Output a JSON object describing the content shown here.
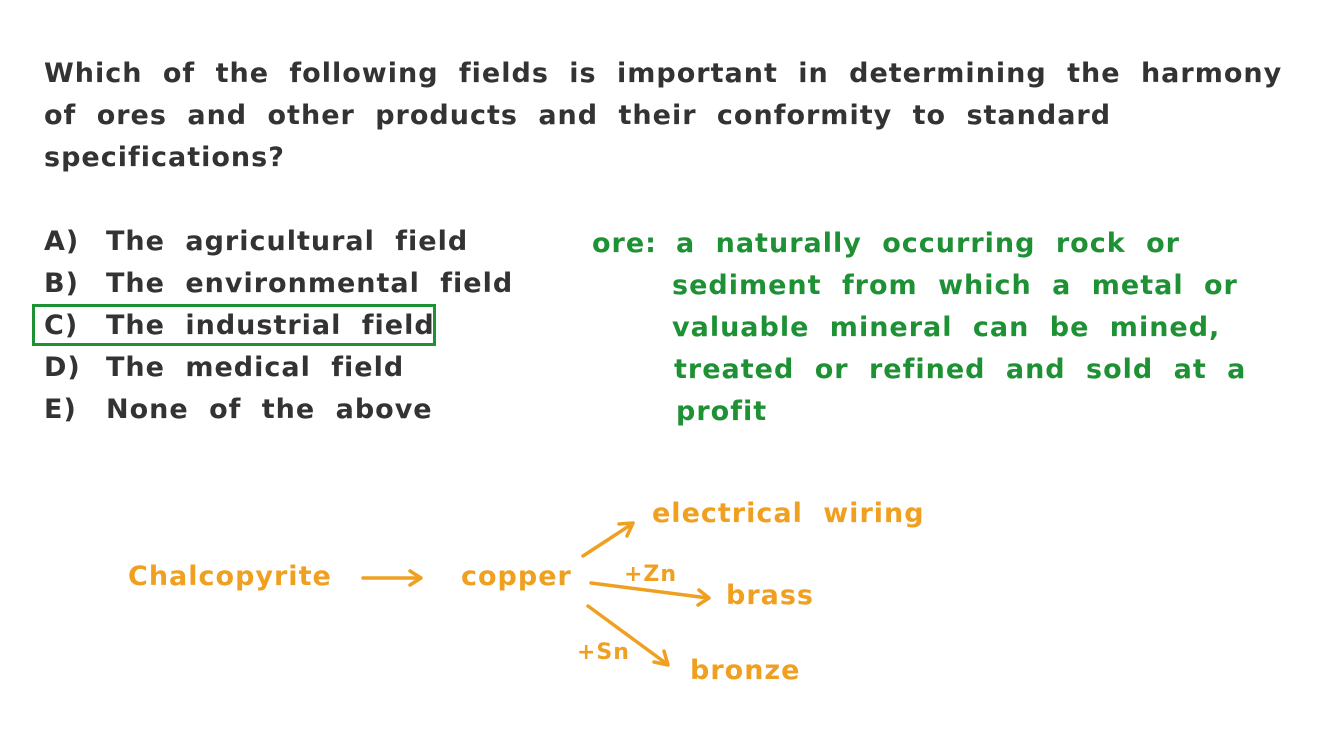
{
  "question": {
    "lines": [
      "Which of the following fields is important in determining the harmony",
      "of ores and other products and their conformity to standard",
      "specifications?"
    ]
  },
  "options": [
    {
      "letter": "A)",
      "text": "The agricultural field"
    },
    {
      "letter": "B)",
      "text": "The environmental field"
    },
    {
      "letter": "C)",
      "text": "The industrial field"
    },
    {
      "letter": "D)",
      "text": "The medical field"
    },
    {
      "letter": "E)",
      "text": "None of the above"
    }
  ],
  "selected_answer": "C)",
  "definition": {
    "term": "ore:",
    "lines": [
      "a naturally occurring rock or",
      "sediment from which a metal or",
      "valuable mineral can be mined,",
      "treated or refined and sold at a",
      "profit"
    ]
  },
  "flow": {
    "source": "Chalcopyrite",
    "middle": "copper",
    "outputs": [
      {
        "label": "electrical wiring",
        "via": ""
      },
      {
        "label": "brass",
        "via": "+Zn"
      },
      {
        "label": "bronze",
        "via": "+Sn"
      }
    ]
  },
  "colors": {
    "text": "#333333",
    "definition": "#1e9135",
    "flow": "#f0a020",
    "answer_box": "#1e9135"
  }
}
